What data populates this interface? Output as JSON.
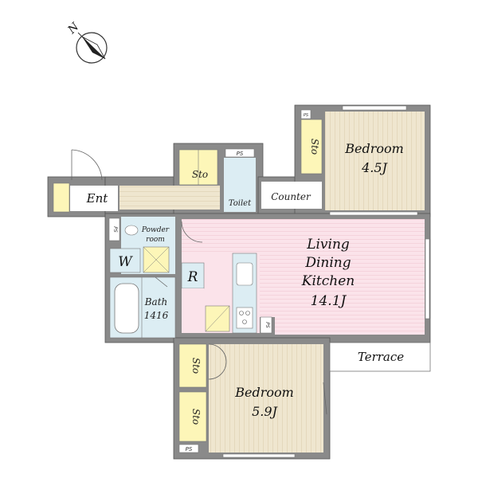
{
  "compass": {
    "north_label": "N"
  },
  "rooms": {
    "ldk": {
      "line1": "Living",
      "line2": "Dining",
      "line3": "Kitchen",
      "size": "14.1J"
    },
    "bedroom_top": {
      "name": "Bedroom",
      "size": "4.5J"
    },
    "bedroom_bottom": {
      "name": "Bedroom",
      "size": "5.9J"
    },
    "bath": {
      "name": "Bath",
      "size": "1416"
    },
    "powder": {
      "line1": "Powder",
      "line2": "room"
    },
    "toilet": "Toilet",
    "entrance": "Ent",
    "counter": "Counter",
    "terrace": "Terrace",
    "washer": "W",
    "fridge": "R"
  },
  "storage": {
    "hall": "Sto",
    "top_bedroom": "Sto",
    "bottom_1": "Sto",
    "bottom_2": "Sto"
  },
  "pipe_spaces": {
    "toilet": "PS",
    "top_bedroom": "PS",
    "powder": "PS",
    "kitchen": "PS",
    "bottom": "PS"
  },
  "colors": {
    "wall": "#8a8a8a",
    "wall_stroke": "#555555",
    "bedroom_floor": "#efe6cf",
    "ldk_floor": "#fbe3ea",
    "wet_area": "#dcedf3",
    "storage": "#fdf6b8"
  }
}
